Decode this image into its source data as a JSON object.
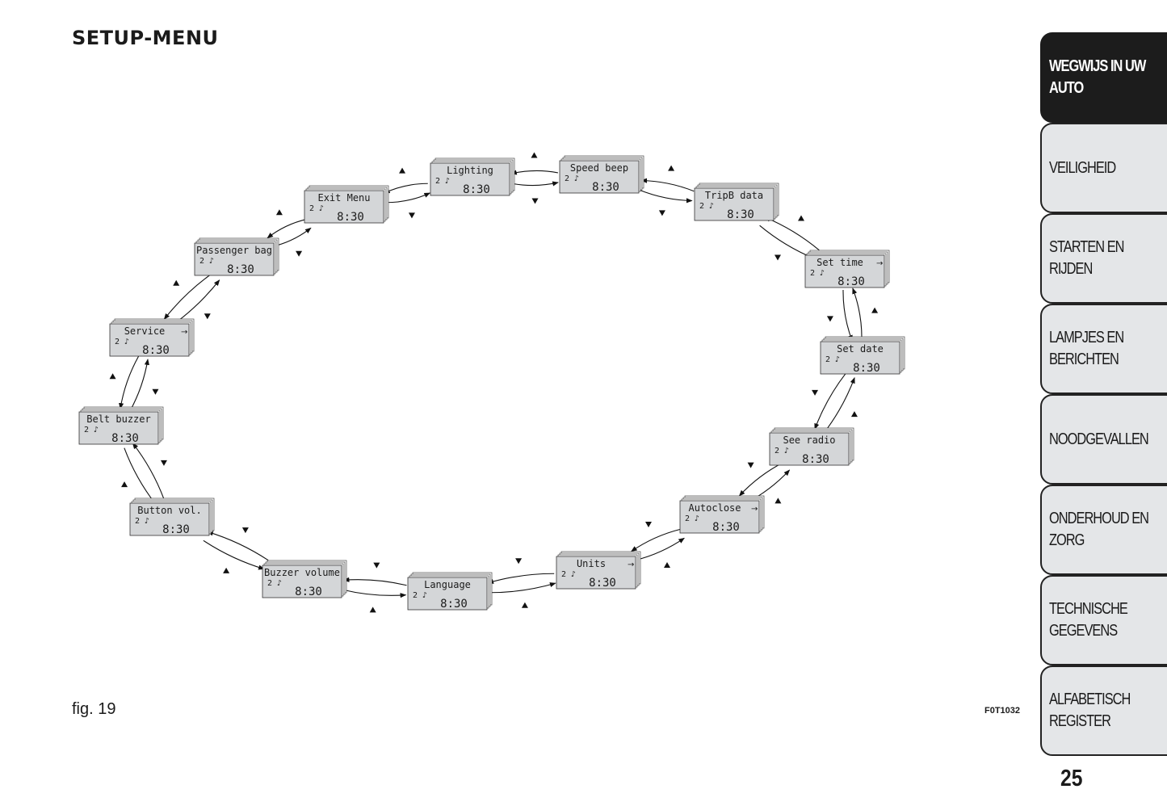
{
  "page": {
    "heading": "SETUP-MENU",
    "figure_caption": "fig. 19",
    "figure_code": "F0T1032",
    "page_number": "25"
  },
  "diagram": {
    "time": "8:30",
    "status_icon": "2 ♪",
    "screens": [
      {
        "label": "Lighting"
      },
      {
        "label": "Speed beep"
      },
      {
        "label": "TripB data"
      },
      {
        "label": "Set time",
        "has_arrow": true
      },
      {
        "label": "Set date"
      },
      {
        "label": "See radio"
      },
      {
        "label": "Autoclose",
        "has_arrow": true
      },
      {
        "label": "Units",
        "has_arrow": true
      },
      {
        "label": "Language"
      },
      {
        "label": "Buzzer volume"
      },
      {
        "label": "Button vol."
      },
      {
        "label": "Belt buzzer"
      },
      {
        "label": "Service",
        "has_arrow": true
      },
      {
        "label": "Passenger bag"
      },
      {
        "label": "Exit Menu"
      }
    ],
    "arrow_glyph": "→",
    "up_icon": "triangle-up-icon",
    "down_icon": "triangle-down-icon"
  },
  "sidebar": {
    "tabs": [
      {
        "label": "WEGWIJS IN UW\nAUTO",
        "active": true
      },
      {
        "label": "VEILIGHEID"
      },
      {
        "label": "STARTEN EN RIJDEN"
      },
      {
        "label": "LAMPJES EN\nBERICHTEN"
      },
      {
        "label": "NOODGEVALLEN"
      },
      {
        "label": "ONDERHOUD EN\nZORG"
      },
      {
        "label": "TECHNISCHE\nGEGEVENS"
      },
      {
        "label": "ALFABETISCH\nREGISTER"
      }
    ]
  }
}
